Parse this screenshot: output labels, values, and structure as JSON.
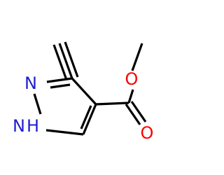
{
  "molecule": {
    "atoms": {
      "ring_n": "N",
      "ring_nh": "N",
      "ring_h": "H",
      "ester_o_single": "O",
      "ester_o_double": "O"
    },
    "colors": {
      "bond": "#000000",
      "nitrogen": "#1f1fd0",
      "oxygen": "#ff0000",
      "background": "#ffffff"
    }
  }
}
